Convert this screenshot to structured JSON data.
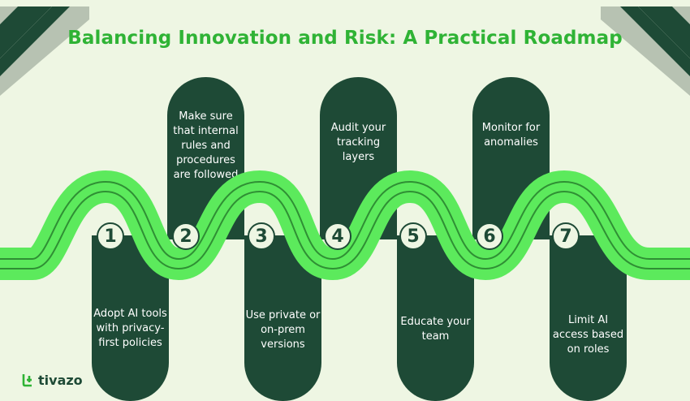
{
  "title": "Balancing Innovation and Risk: A Practical Roadmap",
  "steps": [
    {
      "number": "1",
      "text": "Adopt AI tools with privacy-first policies"
    },
    {
      "number": "2",
      "text": "Make sure that internal rules and procedures are followed"
    },
    {
      "number": "3",
      "text": "Use private or on-prem versions"
    },
    {
      "number": "4",
      "text": "Audit your tracking layers"
    },
    {
      "number": "5",
      "text": "Educate your team"
    },
    {
      "number": "6",
      "text": "Monitor for anomalies"
    },
    {
      "number": "7",
      "text": "Limit AI access based on roles"
    }
  ],
  "logo": {
    "text": "tivazo",
    "icon": "tivazo-logo-icon"
  },
  "colors": {
    "background": "#eef6e3",
    "dark_green": "#1e4a36",
    "bright_green": "#5cea5c",
    "title_green": "#2fb335",
    "corner_light": "#b7c2b2"
  }
}
